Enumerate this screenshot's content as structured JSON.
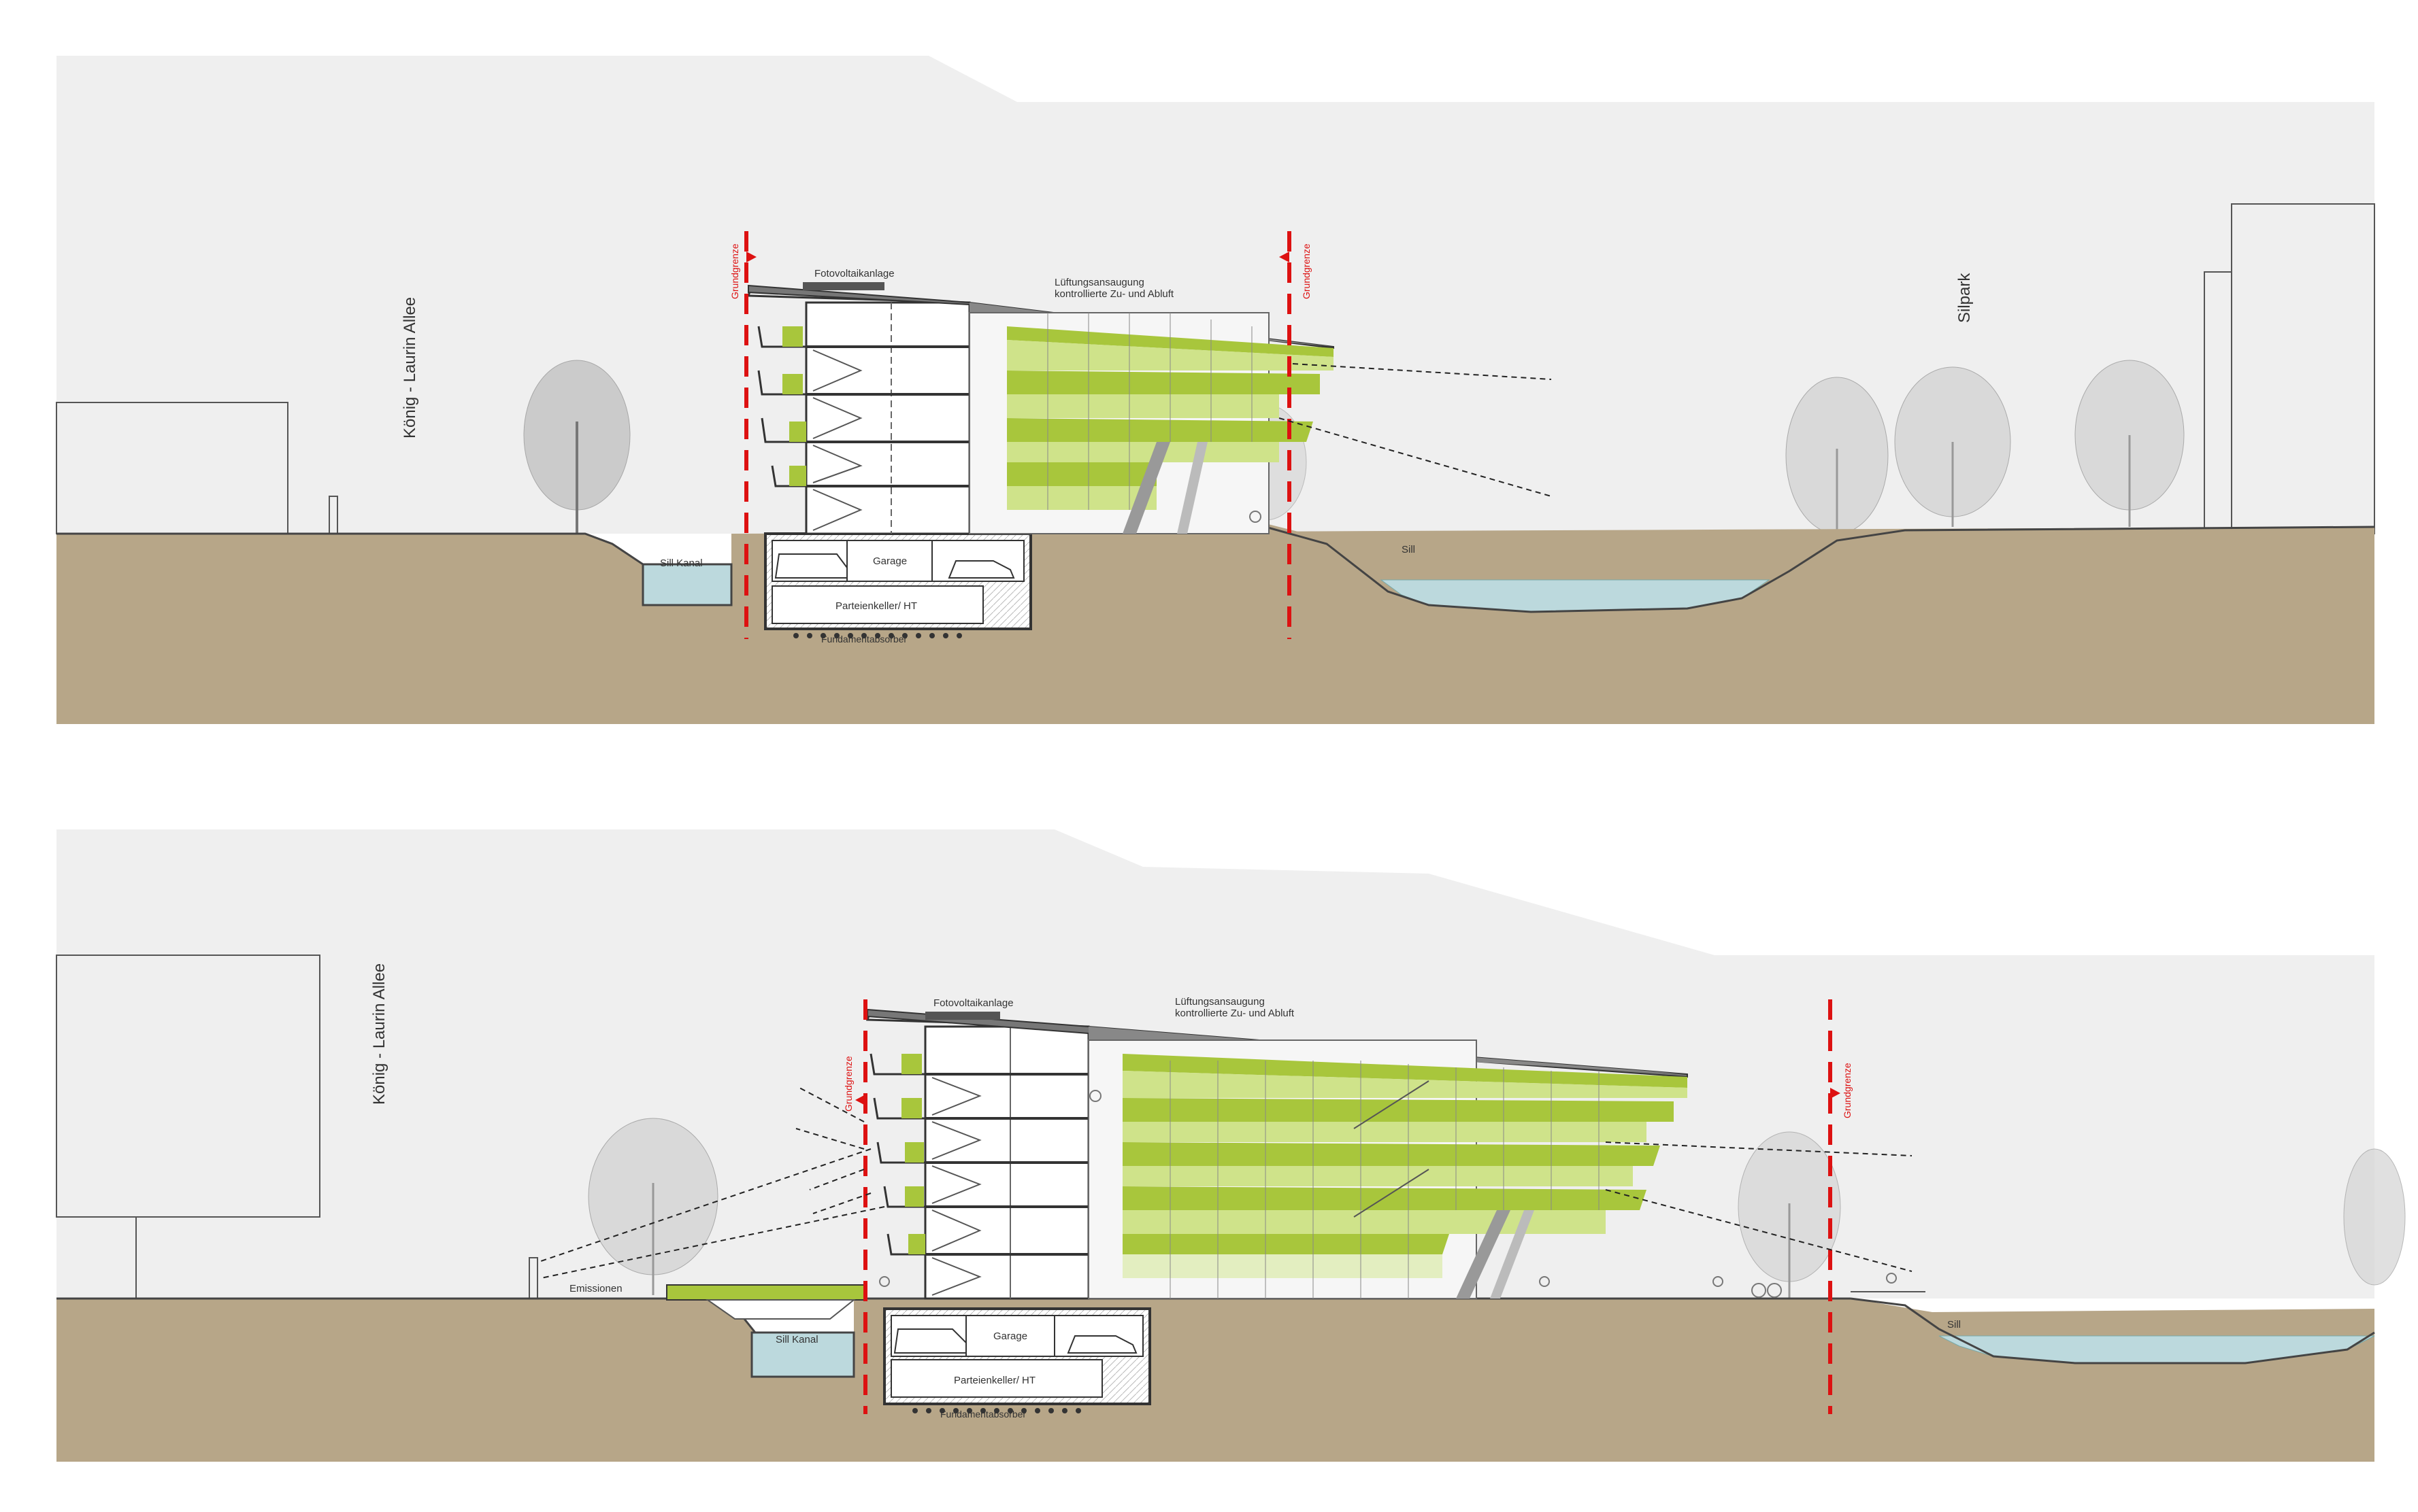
{
  "colors": {
    "sky": "#efefef",
    "ground": "#b7a688",
    "water": "#bcd9dd",
    "facade_green": "#a8c63c",
    "facade_green_light": "#cfe38a",
    "boundary_red": "#dd1111",
    "line": "#444444"
  },
  "section_top": {
    "street_label": "König - Laurin Allee",
    "park_label": "Silpark",
    "boundary_left": "Grundgrenze",
    "boundary_right": "Grundgrenze",
    "pv_label": "Fotovoltaikanlage",
    "vent_label_1": "Lüftungsansaugung",
    "vent_label_2": "kontrollierte Zu- und Abluft",
    "garage_label": "Garage",
    "cellar_label": "Parteienkeller/ HT",
    "foundation_label": "Fundamentabsorber",
    "canal_label": "Sill Kanal",
    "river_label": "Sill"
  },
  "section_bottom": {
    "street_label": "König - Laurin Allee",
    "boundary_left": "Grundgrenze",
    "boundary_right": "Grundgrenze",
    "pv_label": "Fotovoltaikanlage",
    "vent_label_1": "Lüftungsansaugung",
    "vent_label_2": "kontrollierte Zu- und Abluft",
    "emission_label": "Emissionen",
    "garage_label": "Garage",
    "cellar_label": "Parteienkeller/ HT",
    "foundation_label": "Fundamentabsorber",
    "canal_label": "Sill Kanal",
    "river_label": "Sill"
  }
}
